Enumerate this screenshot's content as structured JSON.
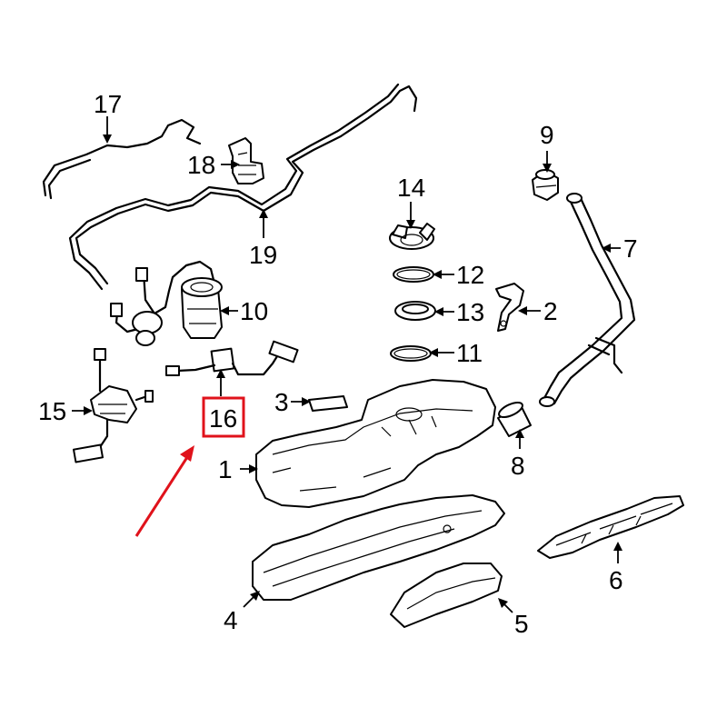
{
  "diagram": {
    "highlight_color": "#e0121b",
    "callouts": [
      {
        "id": "1",
        "label": "1"
      },
      {
        "id": "2",
        "label": "2"
      },
      {
        "id": "3",
        "label": "3"
      },
      {
        "id": "4",
        "label": "4"
      },
      {
        "id": "5",
        "label": "5"
      },
      {
        "id": "6",
        "label": "6"
      },
      {
        "id": "7",
        "label": "7"
      },
      {
        "id": "8",
        "label": "8"
      },
      {
        "id": "9",
        "label": "9"
      },
      {
        "id": "10",
        "label": "10"
      },
      {
        "id": "11",
        "label": "11"
      },
      {
        "id": "12",
        "label": "12"
      },
      {
        "id": "13",
        "label": "13"
      },
      {
        "id": "14",
        "label": "14"
      },
      {
        "id": "15",
        "label": "15"
      },
      {
        "id": "16",
        "label": "16"
      },
      {
        "id": "17",
        "label": "17"
      },
      {
        "id": "18",
        "label": "18"
      },
      {
        "id": "19",
        "label": "19"
      }
    ],
    "highlighted_callout": "16"
  }
}
